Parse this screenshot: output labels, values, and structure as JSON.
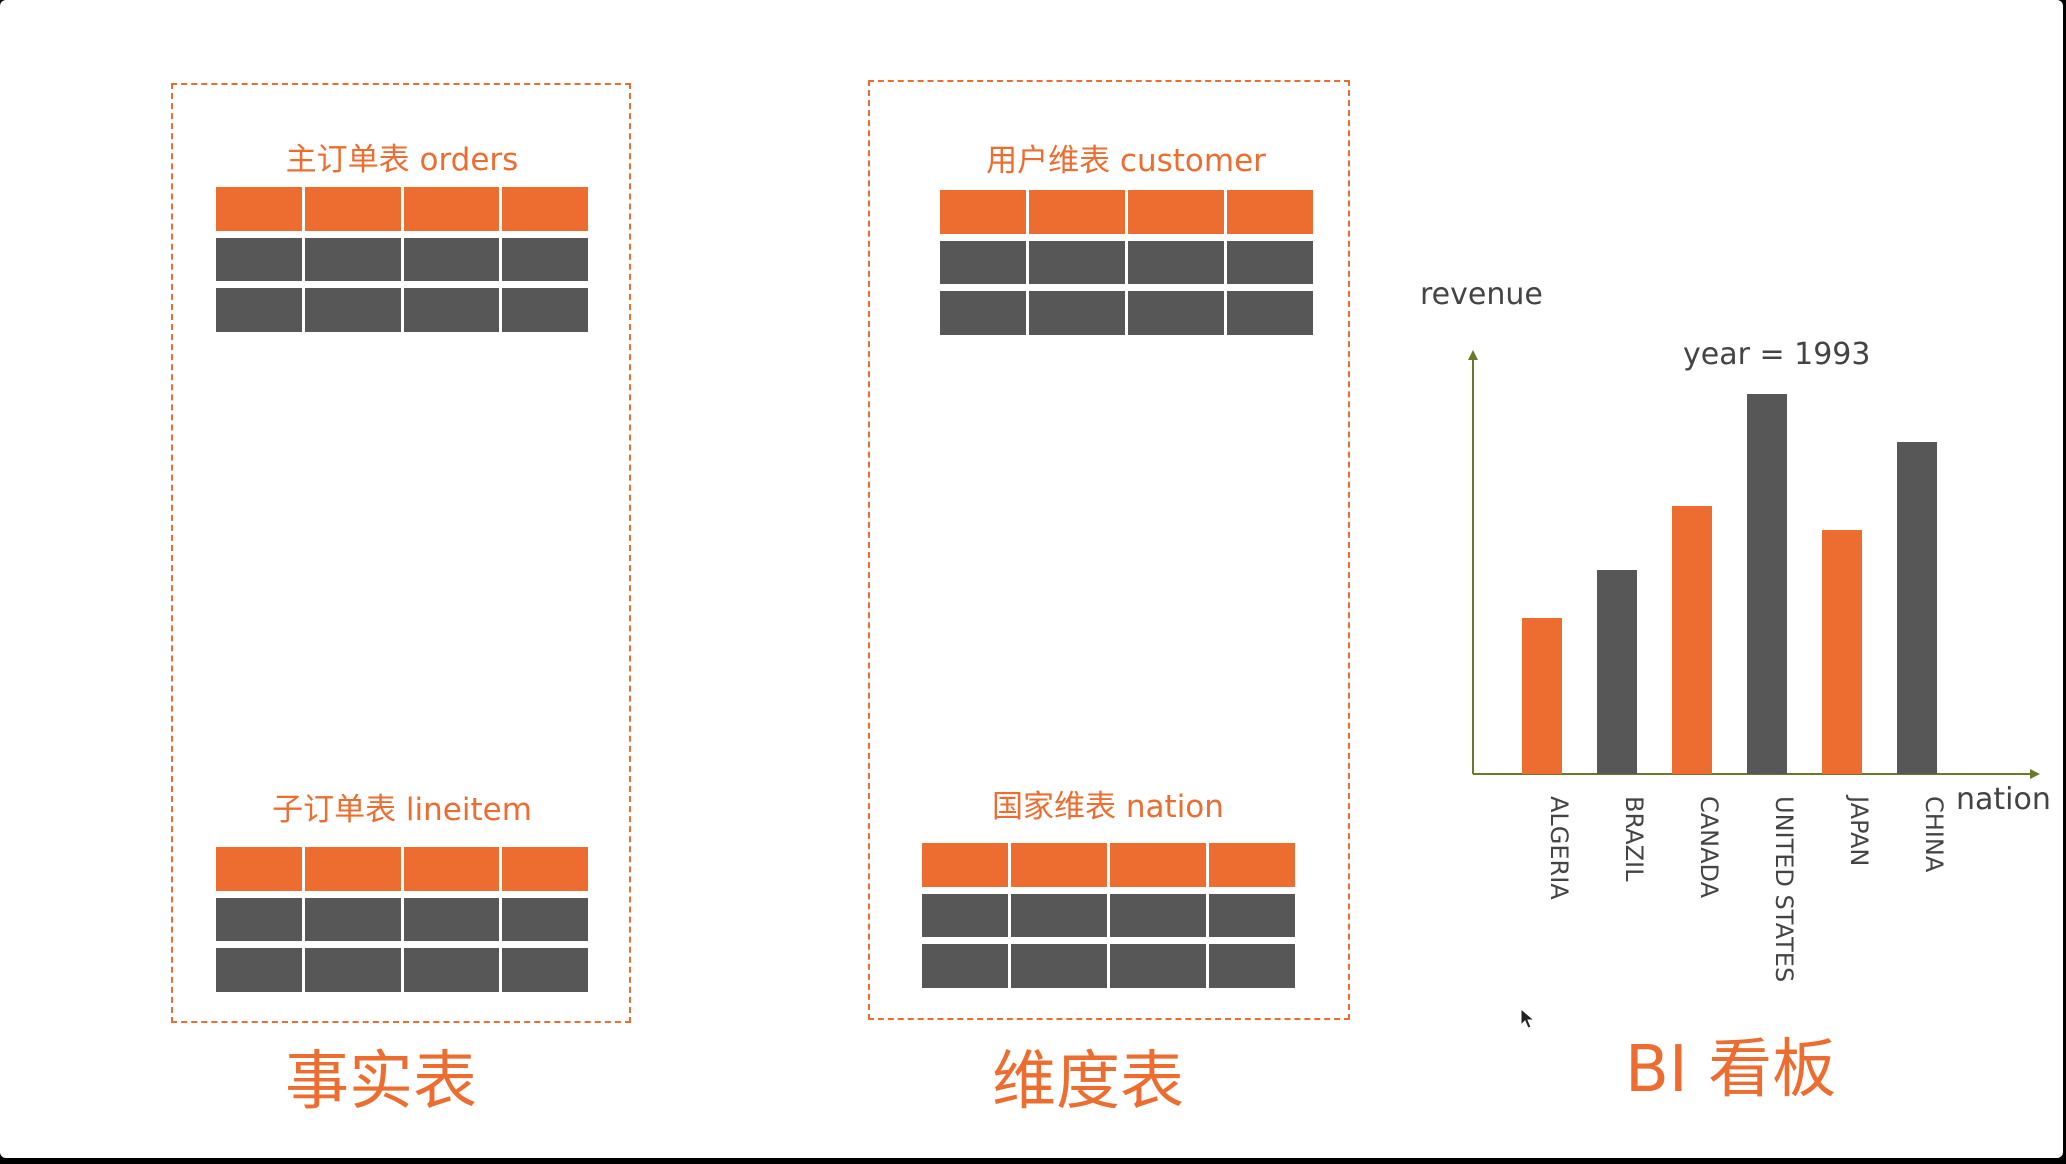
{
  "colors": {
    "accent": "#ec6d2f",
    "dark_cell": "#575757",
    "axis": "#6a7a2a",
    "text": "#444444"
  },
  "fact_group": {
    "label": "事实表",
    "tables": [
      {
        "title": "主订单表 orders",
        "columns": 4,
        "body_rows": 2
      },
      {
        "title": "子订单表 lineitem",
        "columns": 4,
        "body_rows": 2
      }
    ]
  },
  "dimension_group": {
    "label": "维度表",
    "tables": [
      {
        "title": "用户维表 customer",
        "columns": 4,
        "body_rows": 2
      },
      {
        "title": "国家维表 nation",
        "columns": 4,
        "body_rows": 2
      }
    ]
  },
  "bi": {
    "label": "BI 看板"
  },
  "chart_data": {
    "type": "bar",
    "title": "year = 1993",
    "ylabel": "revenue",
    "xlabel": "nation",
    "categories": [
      "ALGERIA",
      "BRAZIL",
      "CANADA",
      "UNITED STATES",
      "JAPAN",
      "CHINA"
    ],
    "values": [
      39,
      51,
      67,
      95,
      61,
      83
    ],
    "bar_colors": [
      "#ec6d2f",
      "#575757",
      "#ec6d2f",
      "#575757",
      "#ec6d2f",
      "#575757"
    ],
    "ylim": [
      0,
      100
    ],
    "grid": false,
    "legend": "none"
  },
  "cursor": {
    "icon": "mouse-pointer-icon"
  }
}
